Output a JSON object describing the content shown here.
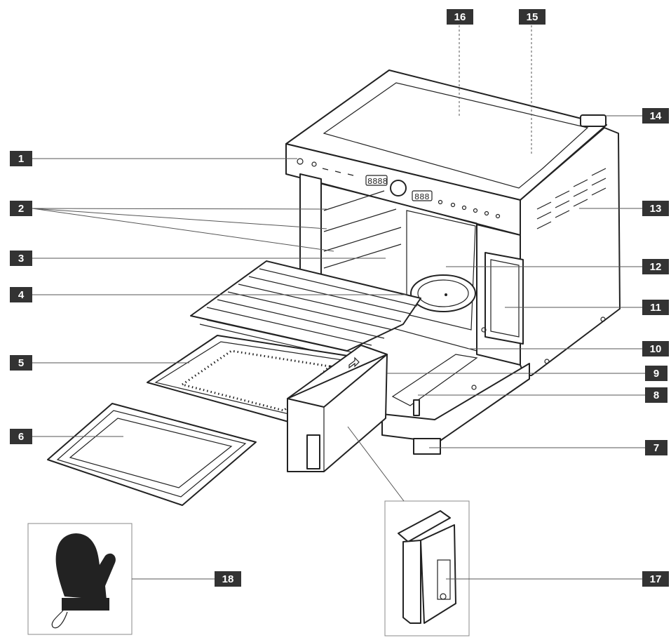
{
  "callouts": [
    {
      "id": "1",
      "label": "1"
    },
    {
      "id": "2",
      "label": "2"
    },
    {
      "id": "3",
      "label": "3"
    },
    {
      "id": "4",
      "label": "4"
    },
    {
      "id": "5",
      "label": "5"
    },
    {
      "id": "6",
      "label": "6"
    },
    {
      "id": "7",
      "label": "7"
    },
    {
      "id": "8",
      "label": "8"
    },
    {
      "id": "9",
      "label": "9"
    },
    {
      "id": "10",
      "label": "10"
    },
    {
      "id": "11",
      "label": "11"
    },
    {
      "id": "12",
      "label": "12"
    },
    {
      "id": "13",
      "label": "13"
    },
    {
      "id": "14",
      "label": "14"
    },
    {
      "id": "15",
      "label": "15"
    },
    {
      "id": "16",
      "label": "16"
    },
    {
      "id": "17",
      "label": "17"
    },
    {
      "id": "18",
      "label": "18"
    }
  ],
  "control_panel": {
    "left_display": "8888",
    "right_display": "888"
  },
  "colors": {
    "label_box": "#333333",
    "label_text": "#ffffff",
    "line_art": "#222222"
  }
}
